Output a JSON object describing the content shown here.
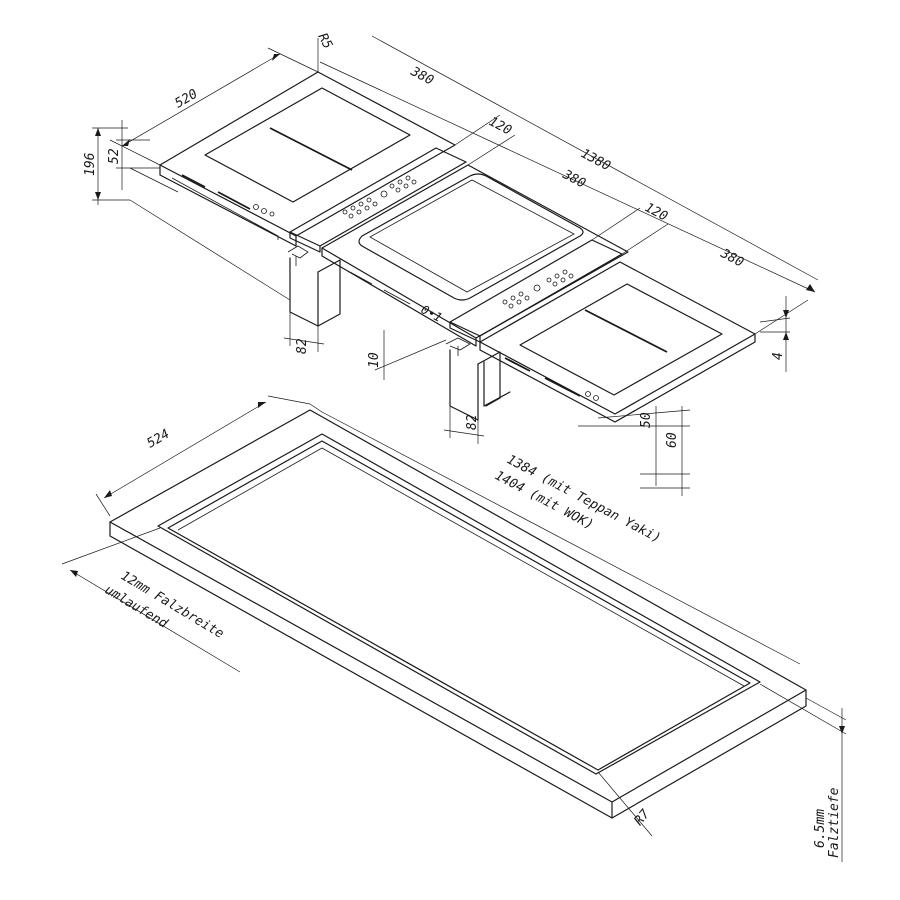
{
  "dimensions": {
    "width_520": "520",
    "radius_r5": "R5",
    "width_380_a": "380",
    "gap_120_a": "120",
    "total_1380": "1380",
    "width_380_b": "380",
    "gap_120_b": "120",
    "width_380_c": "380",
    "height_196": "196",
    "height_52": "52",
    "box_82_a": "82",
    "box_10": "10",
    "box_82_b": "82",
    "thickness_4": "4",
    "depth_50": "50",
    "depth_60": "60",
    "cutout_524": "524",
    "cutout_1384": "1384 (mit Teppan Yaki)",
    "cutout_1404": "1404 (mit WOK)",
    "rebate_width_line1": "12mm Falzbreite",
    "rebate_width_line2": "umlaufend",
    "radius_r7": "R7",
    "rebate_depth_line1": "6.5mm",
    "rebate_depth_line2": "Falztiefe"
  }
}
